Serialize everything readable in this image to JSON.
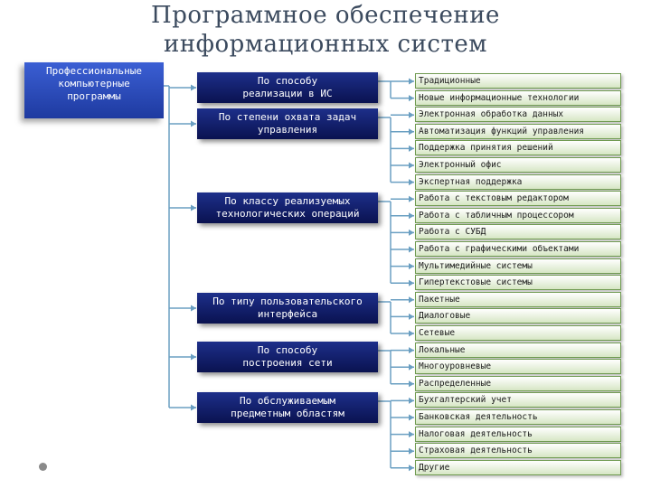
{
  "title": {
    "line1": "Программное обеспечение",
    "line2": "информационных систем"
  },
  "root": {
    "lines": [
      "Профессиональные",
      "компьютерные",
      "программы"
    ]
  },
  "categories": [
    {
      "lines": [
        "По способу",
        "реализации в ИС"
      ]
    },
    {
      "lines": [
        "По степени охвата задач",
        "управления"
      ]
    },
    {
      "lines": [
        "По классу реализуемых",
        "технологических операций"
      ]
    },
    {
      "lines": [
        "По типу пользовательского",
        "интерфейса"
      ]
    },
    {
      "lines": [
        "По способу",
        "построения сети"
      ]
    },
    {
      "lines": [
        "По обслуживаемым",
        "предметным областям"
      ]
    }
  ],
  "items": [
    "Традиционные",
    "Новые информационные технологии",
    "Электронная обработка данных",
    "Автоматизация функций управления",
    "Поддержка принятия решений",
    "Электронный офис",
    "Экспертная поддержка",
    "Работа с текстовым редактором",
    "Работа с табличным процессором",
    "Работа с СУБД",
    "Работа с графическими объектами",
    "Мультимедийные системы",
    "Гипертекстовые системы",
    "Пакетные",
    "Диалоговые",
    "Сетевые",
    "Локальные",
    "Многоуровневые",
    "Распределенные",
    "Бухгалтерский учет",
    "Банковская деятельность",
    "Налоговая деятельность",
    "Страховая деятельность",
    "Другие"
  ],
  "colors": {
    "root_fill": "#2b4cc0",
    "category_fill": "#0f1a6a",
    "item_border": "#6f9a50",
    "connector": "#6a9fc2"
  }
}
